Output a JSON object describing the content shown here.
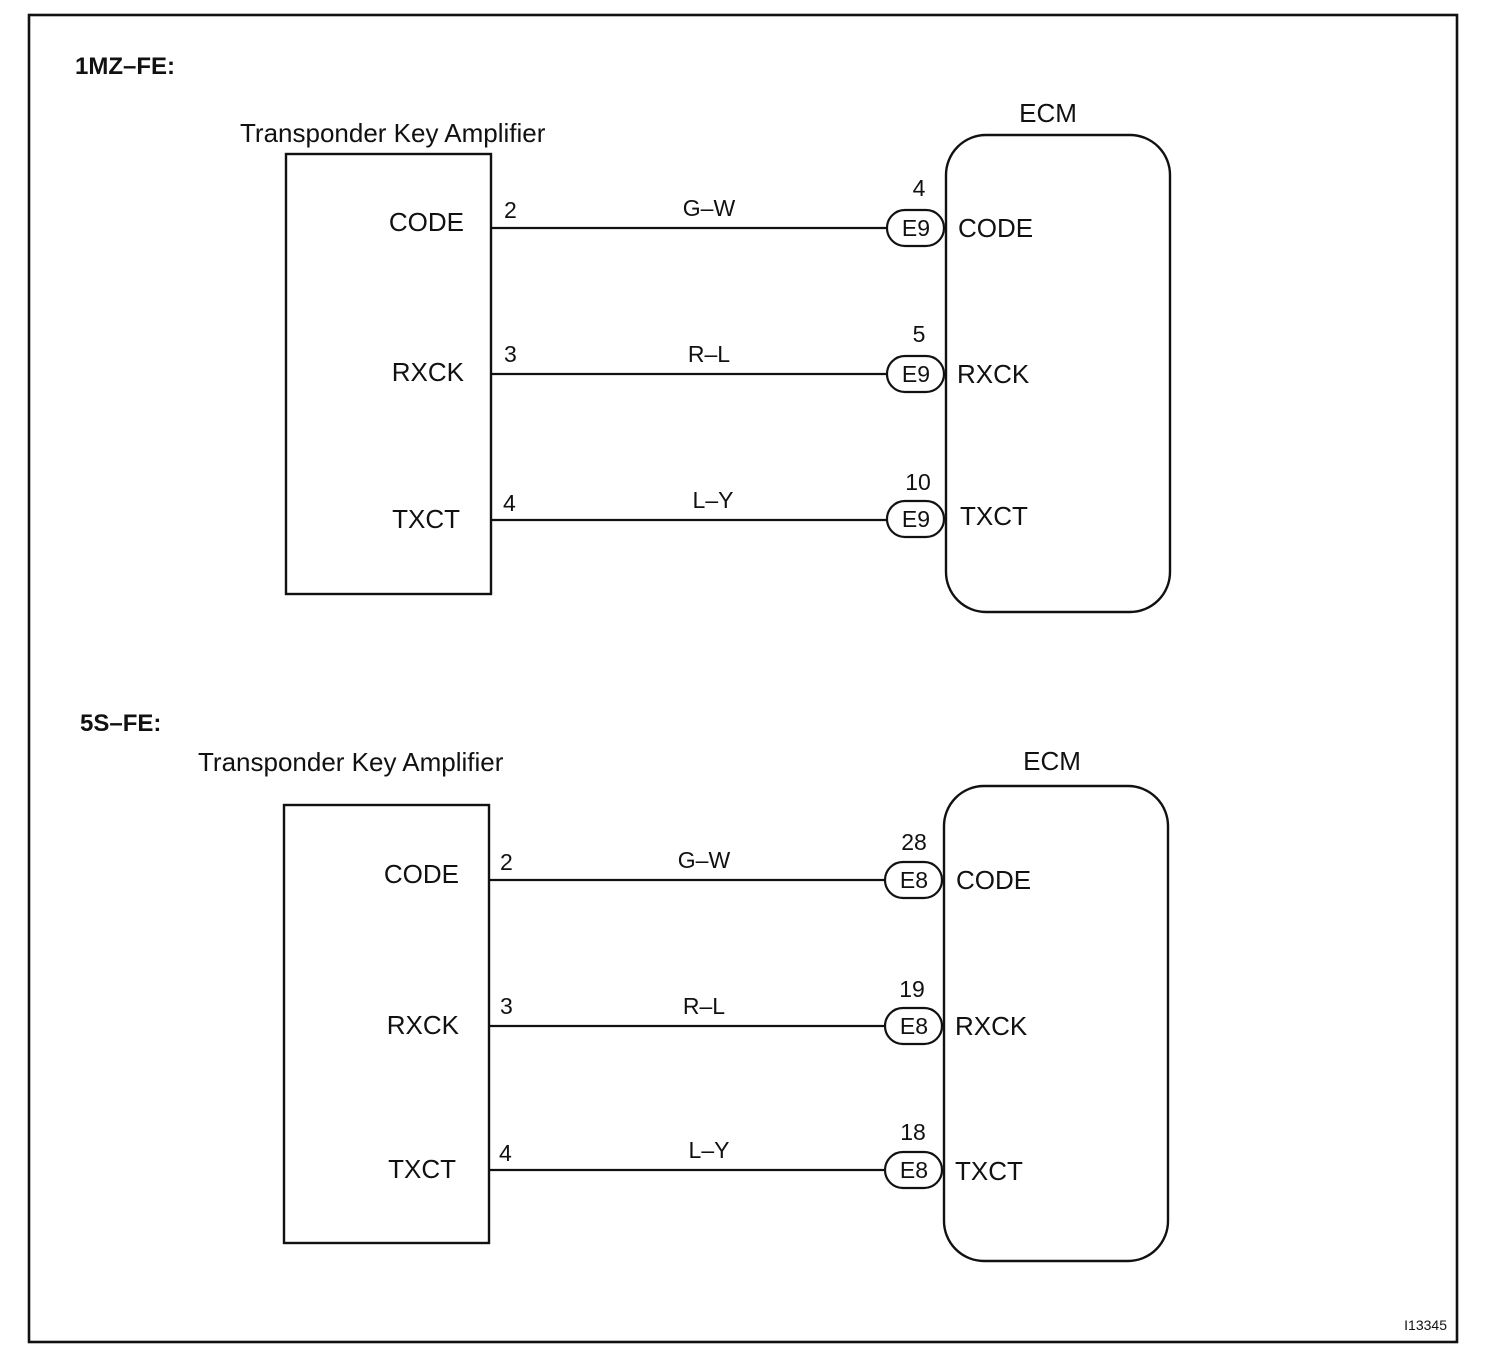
{
  "figure_id": "I13345",
  "sections": [
    {
      "title": "1MZ–FE:",
      "amplifier_title": "Transponder Key Amplifier",
      "ecm_title": "ECM",
      "circuits": [
        {
          "amp_pin_label": "CODE",
          "amp_pin": "2",
          "wire_color": "G–W",
          "ecm_pin": "4",
          "connector": "E9",
          "ecm_pin_label": "CODE"
        },
        {
          "amp_pin_label": "RXCK",
          "amp_pin": "3",
          "wire_color": "R–L",
          "ecm_pin": "5",
          "connector": "E9",
          "ecm_pin_label": "RXCK"
        },
        {
          "amp_pin_label": "TXCT",
          "amp_pin": "4",
          "wire_color": "L–Y",
          "ecm_pin": "10",
          "connector": "E9",
          "ecm_pin_label": "TXCT"
        }
      ]
    },
    {
      "title": "5S–FE:",
      "amplifier_title": "Transponder Key Amplifier",
      "ecm_title": "ECM",
      "circuits": [
        {
          "amp_pin_label": "CODE",
          "amp_pin": "2",
          "wire_color": "G–W",
          "ecm_pin": "28",
          "connector": "E8",
          "ecm_pin_label": "CODE"
        },
        {
          "amp_pin_label": "RXCK",
          "amp_pin": "3",
          "wire_color": "R–L",
          "ecm_pin": "19",
          "connector": "E8",
          "ecm_pin_label": "RXCK"
        },
        {
          "amp_pin_label": "TXCT",
          "amp_pin": "4",
          "wire_color": "L–Y",
          "ecm_pin": "18",
          "connector": "E8",
          "ecm_pin_label": "TXCT"
        }
      ]
    }
  ]
}
